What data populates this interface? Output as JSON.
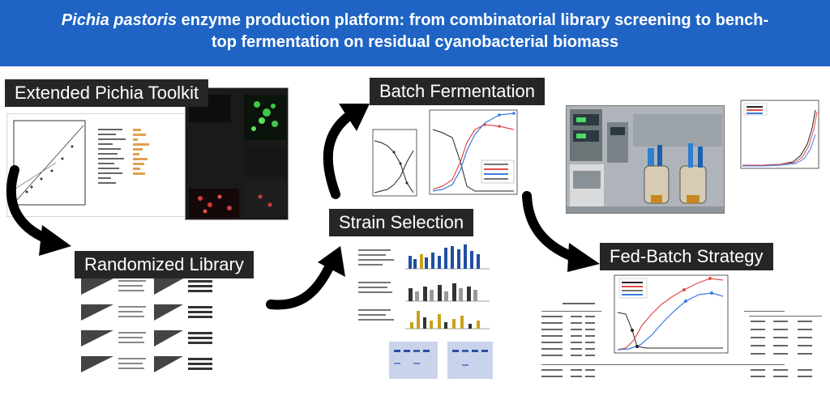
{
  "title": {
    "species": "Pichia pastoris",
    "line1_rest": " enzyme production platform: from combinatorial library screening to bench-",
    "line2": "top fermentation on residual cyanobacterial biomass"
  },
  "stages": {
    "toolkit": "Extended Pichia Toolkit",
    "library": "Randomized Library",
    "selection": "Strain Selection",
    "batch": "Batch Fermentation",
    "fedbatch": "Fed-Batch Strategy"
  },
  "colors": {
    "header_bg": "#1f64c4",
    "label_bg": "#262626",
    "bar_blue": "#1f4fa0",
    "bar_gold": "#c8a21a",
    "series_red": "#e24b4b",
    "series_blue": "#3a7be0"
  }
}
